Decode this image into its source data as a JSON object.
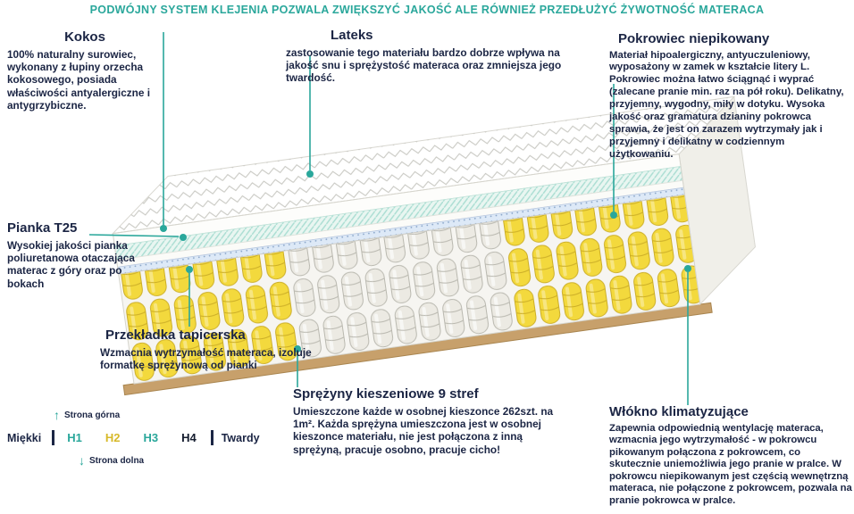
{
  "page": {
    "background": "#ffffff",
    "accent_teal": "#2aa79b",
    "text_navy": "#1b2544"
  },
  "header": {
    "text": "PODWÓJNY SYSTEM KLEJENIA POZWALA ZWIĘKSZYĆ JAKOŚĆ ALE RÓWNIEŻ PRZEDŁUŻYĆ ŻYWOTNOŚĆ MATERACA"
  },
  "callouts": {
    "kokos": {
      "title": "Kokos",
      "text": "100% naturalny surowiec, wykonany z łupiny orzecha kokosowego, posiada właściwości antyalergiczne i antygrzybiczne."
    },
    "lateks": {
      "title": "Lateks",
      "text": "zastosowanie tego materiału bardzo dobrze wpływa na jakość snu i sprężystość materaca oraz zmniejsza jego twardość."
    },
    "pokrowiec": {
      "title": "Pokrowiec niepikowany",
      "text": "Materiał hipoalergiczny, antyuczuleniowy, wyposażony w zamek w kształcie litery L. Pokrowiec można łatwo ściągnąć i wyprać (zalecane pranie min. raz na pół roku). Delikatny, przyjemny, wygodny, miły w dotyku. Wysoka jakość oraz gramatura dzianiny pokrowca sprawia, że jest on zarazem wytrzymały jak i przyjemny i delikatny w codziennym użytkowaniu."
    },
    "pianka": {
      "title": "Pianka T25",
      "text": "Wysokiej jakości pianka poliuretanowa otaczająca materac z góry oraz po bokach"
    },
    "przekladka": {
      "title": "Przekładka tapicerska",
      "text": "Wzmacnia wytrzymałość materaca, izoluje formatkę sprężynową od pianki"
    },
    "sprezyny": {
      "title": "Sprężyny kieszeniowe 9 stref",
      "text": "Umieszczone każde w osobnej kieszonce 262szt. na 1m². Każda sprężyna umieszczona jest w osobnej kieszonce materiału, nie jest połączona z inną sprężyną, pracuje osobno, pracuje cicho!"
    },
    "wlokno": {
      "title": "Włókno klimatyzujące",
      "text": "Zapewnia odpowiednią wentylację materaca, wzmacnia jego wytrzymałość - w pokrowcu pikowanym połączona z pokrowcem, co skutecznie uniemożliwia jego pranie w pralce. W pokrowcu niepikowanym jest częścią wewnętrzną materaca, nie połączone z pokrowcem, pozwala na pranie pokrowca w pralce."
    }
  },
  "scale": {
    "top_side_label": "Strona górna",
    "bottom_side_label": "Strona dolna",
    "soft_label": "Miękki",
    "hard_label": "Twardy",
    "levels": [
      {
        "label": "H1",
        "color": "#2aa79b"
      },
      {
        "label": "H2",
        "color": "#d7b929"
      },
      {
        "label": "H3",
        "color": "#2aa79b"
      },
      {
        "label": "H4",
        "color": "#141c2e"
      }
    ]
  },
  "icons": {
    "arrow_up": "↑",
    "arrow_down": "↓"
  },
  "mattress": {
    "spring_yellow": "#f3d93d",
    "spring_white": "#eceae3",
    "frame_wood": "#c7a06b",
    "latex_mint": "#e9f6f1",
    "interlayer_blue": "#dde9f7",
    "leader_color": "#2aa79b"
  }
}
